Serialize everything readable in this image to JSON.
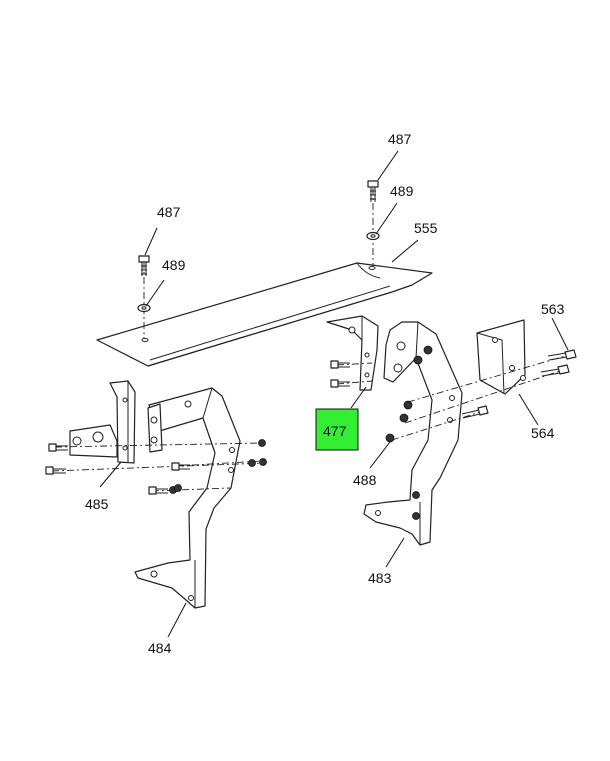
{
  "callouts": {
    "c487a": "487",
    "c489a": "489",
    "c487b": "487",
    "c489b": "489",
    "c555": "555",
    "c563": "563",
    "c564": "564",
    "c477": "477",
    "c488": "488",
    "c485": "485",
    "c483": "483",
    "c484": "484"
  },
  "highlight": {
    "part": "477",
    "color": "#33ee33"
  }
}
